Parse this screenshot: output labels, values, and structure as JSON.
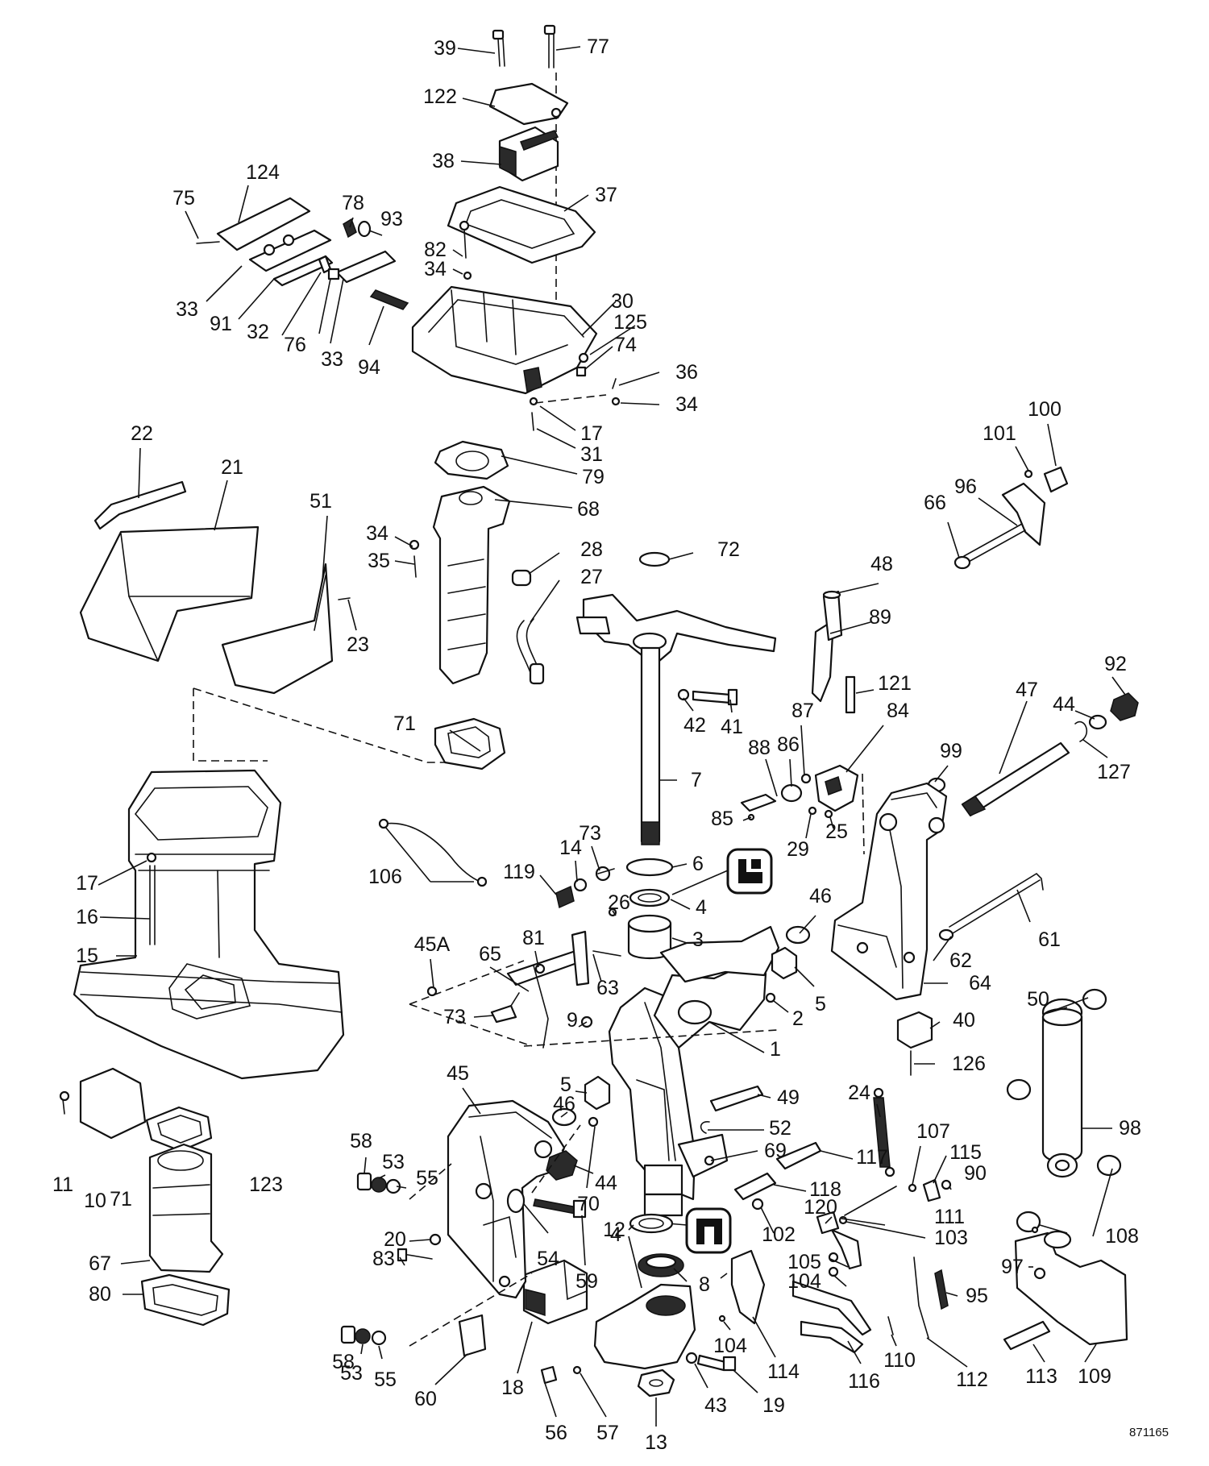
{
  "reference_code": "871165",
  "labels": [
    {
      "id": "39",
      "text": "39"
    },
    {
      "id": "77",
      "text": "77"
    },
    {
      "id": "122",
      "text": "122"
    },
    {
      "id": "38",
      "text": "38"
    },
    {
      "id": "37",
      "text": "37"
    },
    {
      "id": "124",
      "text": "124"
    },
    {
      "id": "75",
      "text": "75"
    },
    {
      "id": "78",
      "text": "78"
    },
    {
      "id": "93",
      "text": "93"
    },
    {
      "id": "82",
      "text": "82"
    },
    {
      "id": "34a",
      "text": "34"
    },
    {
      "id": "33a",
      "text": "33"
    },
    {
      "id": "91",
      "text": "91"
    },
    {
      "id": "32",
      "text": "32"
    },
    {
      "id": "76",
      "text": "76"
    },
    {
      "id": "33b",
      "text": "33"
    },
    {
      "id": "94",
      "text": "94"
    },
    {
      "id": "30",
      "text": "30"
    },
    {
      "id": "125",
      "text": "125"
    },
    {
      "id": "74",
      "text": "74"
    },
    {
      "id": "36",
      "text": "36"
    },
    {
      "id": "34b",
      "text": "34"
    },
    {
      "id": "17a",
      "text": "17"
    },
    {
      "id": "31",
      "text": "31"
    },
    {
      "id": "79",
      "text": "79"
    },
    {
      "id": "68",
      "text": "68"
    },
    {
      "id": "22",
      "text": "22"
    },
    {
      "id": "21",
      "text": "21"
    },
    {
      "id": "51",
      "text": "51"
    },
    {
      "id": "34c",
      "text": "34"
    },
    {
      "id": "35",
      "text": "35"
    },
    {
      "id": "28",
      "text": "28"
    },
    {
      "id": "27",
      "text": "27"
    },
    {
      "id": "23",
      "text": "23"
    },
    {
      "id": "72",
      "text": "72"
    },
    {
      "id": "100",
      "text": "100"
    },
    {
      "id": "101",
      "text": "101"
    },
    {
      "id": "96",
      "text": "96"
    },
    {
      "id": "66",
      "text": "66"
    },
    {
      "id": "48",
      "text": "48"
    },
    {
      "id": "89",
      "text": "89"
    },
    {
      "id": "92",
      "text": "92"
    },
    {
      "id": "121",
      "text": "121"
    },
    {
      "id": "44a",
      "text": "44"
    },
    {
      "id": "42",
      "text": "42"
    },
    {
      "id": "41",
      "text": "41"
    },
    {
      "id": "87",
      "text": "87"
    },
    {
      "id": "84",
      "text": "84"
    },
    {
      "id": "47",
      "text": "47"
    },
    {
      "id": "71a",
      "text": "71"
    },
    {
      "id": "88",
      "text": "88"
    },
    {
      "id": "86",
      "text": "86"
    },
    {
      "id": "99",
      "text": "99"
    },
    {
      "id": "127",
      "text": "127"
    },
    {
      "id": "7",
      "text": "7"
    },
    {
      "id": "85",
      "text": "85"
    },
    {
      "id": "29",
      "text": "29"
    },
    {
      "id": "25",
      "text": "25"
    },
    {
      "id": "73a",
      "text": "73"
    },
    {
      "id": "14",
      "text": "14"
    },
    {
      "id": "6",
      "text": "6"
    },
    {
      "id": "119",
      "text": "119"
    },
    {
      "id": "106",
      "text": "106"
    },
    {
      "id": "17b",
      "text": "17"
    },
    {
      "id": "16",
      "text": "16"
    },
    {
      "id": "4a",
      "text": "4"
    },
    {
      "id": "26",
      "text": "26"
    },
    {
      "id": "46a",
      "text": "46"
    },
    {
      "id": "3",
      "text": "3"
    },
    {
      "id": "45A",
      "text": "45A"
    },
    {
      "id": "81",
      "text": "81"
    },
    {
      "id": "15",
      "text": "15"
    },
    {
      "id": "65",
      "text": "65"
    },
    {
      "id": "61",
      "text": "61"
    },
    {
      "id": "62",
      "text": "62"
    },
    {
      "id": "63",
      "text": "63"
    },
    {
      "id": "64",
      "text": "64"
    },
    {
      "id": "5a",
      "text": "5"
    },
    {
      "id": "73b",
      "text": "73"
    },
    {
      "id": "2",
      "text": "2"
    },
    {
      "id": "50",
      "text": "50"
    },
    {
      "id": "9",
      "text": "9"
    },
    {
      "id": "40",
      "text": "40"
    },
    {
      "id": "1",
      "text": "1"
    },
    {
      "id": "45",
      "text": "45"
    },
    {
      "id": "5b",
      "text": "5"
    },
    {
      "id": "126",
      "text": "126"
    },
    {
      "id": "46b",
      "text": "46"
    },
    {
      "id": "49",
      "text": "49"
    },
    {
      "id": "24",
      "text": "24"
    },
    {
      "id": "52",
      "text": "52"
    },
    {
      "id": "98",
      "text": "98"
    },
    {
      "id": "69",
      "text": "69"
    },
    {
      "id": "107",
      "text": "107"
    },
    {
      "id": "117",
      "text": "117"
    },
    {
      "id": "115",
      "text": "115"
    },
    {
      "id": "11",
      "text": "11"
    },
    {
      "id": "58a",
      "text": "58"
    },
    {
      "id": "53a",
      "text": "53"
    },
    {
      "id": "70",
      "text": "70"
    },
    {
      "id": "123",
      "text": "123"
    },
    {
      "id": "10",
      "text": "10"
    },
    {
      "id": "55a",
      "text": "55"
    },
    {
      "id": "44b",
      "text": "44"
    },
    {
      "id": "118",
      "text": "118"
    },
    {
      "id": "90",
      "text": "90"
    },
    {
      "id": "71b",
      "text": "71"
    },
    {
      "id": "120",
      "text": "120"
    },
    {
      "id": "111",
      "text": "111"
    },
    {
      "id": "4b",
      "text": "4"
    },
    {
      "id": "102",
      "text": "102"
    },
    {
      "id": "103",
      "text": "103"
    },
    {
      "id": "108",
      "text": "108"
    },
    {
      "id": "54",
      "text": "54"
    },
    {
      "id": "20",
      "text": "20"
    },
    {
      "id": "59",
      "text": "59"
    },
    {
      "id": "105",
      "text": "105"
    },
    {
      "id": "83",
      "text": "83"
    },
    {
      "id": "12",
      "text": "12"
    },
    {
      "id": "104a",
      "text": "104"
    },
    {
      "id": "97",
      "text": "97"
    },
    {
      "id": "67",
      "text": "67"
    },
    {
      "id": "8",
      "text": "8"
    },
    {
      "id": "95",
      "text": "95"
    },
    {
      "id": "80",
      "text": "80"
    },
    {
      "id": "58b",
      "text": "58"
    },
    {
      "id": "104b",
      "text": "104"
    },
    {
      "id": "110",
      "text": "110"
    },
    {
      "id": "53b",
      "text": "53"
    },
    {
      "id": "55b",
      "text": "55"
    },
    {
      "id": "114",
      "text": "114"
    },
    {
      "id": "116",
      "text": "116"
    },
    {
      "id": "112",
      "text": "112"
    },
    {
      "id": "113",
      "text": "113"
    },
    {
      "id": "109",
      "text": "109"
    },
    {
      "id": "18",
      "text": "18"
    },
    {
      "id": "60",
      "text": "60"
    },
    {
      "id": "43",
      "text": "43"
    },
    {
      "id": "19",
      "text": "19"
    },
    {
      "id": "56",
      "text": "56"
    },
    {
      "id": "57",
      "text": "57"
    },
    {
      "id": "13",
      "text": "13"
    }
  ]
}
